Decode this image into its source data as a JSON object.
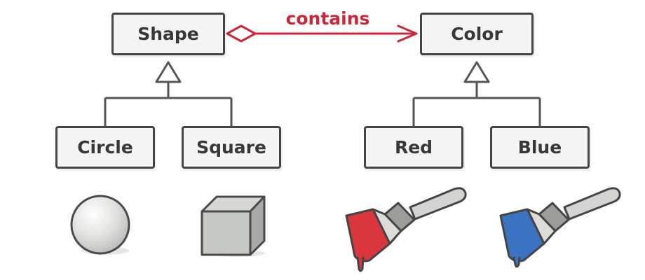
{
  "diagram": {
    "classes": {
      "shape": "Shape",
      "color": "Color",
      "circle": "Circle",
      "square": "Square",
      "red": "Red",
      "blue": "Blue"
    },
    "relation_label": "contains",
    "colors": {
      "line": "#555555",
      "box_border": "#444444",
      "box_fill": "#f4f4f4",
      "relation": "#c8283a",
      "red_paint": "#d9363e",
      "blue_paint": "#3b73c2"
    },
    "illustrations": [
      "sphere-icon",
      "cube-icon",
      "red-paintbrush-icon",
      "blue-paintbrush-icon"
    ]
  }
}
